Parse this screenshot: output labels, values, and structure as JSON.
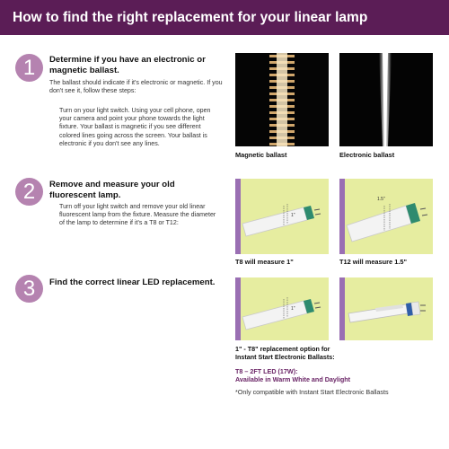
{
  "header": {
    "title": "How to find the right replacement for your linear lamp"
  },
  "steps": [
    {
      "number": "1",
      "title": "Determine if you have an electronic or magnetic ballast.",
      "intro": "The ballast should indicate if it's electronic or magnetic. If you don't see it, follow these steps:",
      "detail": "Turn on your light switch. Using your cell phone, open your camera and point your phone towards the light fixture. Your ballast is magnetic if you see different colored lines going across the screen. Your ballast is electronic if you don't see any lines.",
      "images": [
        {
          "caption": "Magnetic ballast"
        },
        {
          "caption": "Electronic ballast"
        }
      ]
    },
    {
      "number": "2",
      "title": "Remove and measure your old fluorescent lamp.",
      "detail": "Turn off your light switch and remove your old linear fluorescent lamp from the fixture. Measure the diameter of the lamp to determine if it's a T8 or T12:",
      "images": [
        {
          "caption": "T8 will measure 1\"",
          "measure": "1\""
        },
        {
          "caption": "T12 will measure 1.5\"",
          "measure": "1.5\""
        }
      ]
    },
    {
      "number": "3",
      "title": "Find the correct linear LED replacement.",
      "images": [
        {
          "measure": "1\""
        },
        {
          "measure": ""
        }
      ],
      "option_label": "1\" - T8\" replacement option for Instant Start Electronic Ballasts:",
      "product_line1": "T8 – 2FT LED (17W):",
      "product_line2": "Available in Warm White and Daylight",
      "footnote": "*Only compatible with Instant Start Electronic Ballasts"
    }
  ],
  "colors": {
    "header_bg": "#5b1d56",
    "circle": "#b583b0",
    "accent_text": "#6a2466",
    "panel_bg": "#e6eda0",
    "panel_border": "#9a6fb3",
    "tube_cap": "#2e8b6f",
    "led_cap": "#2f5ea8"
  }
}
